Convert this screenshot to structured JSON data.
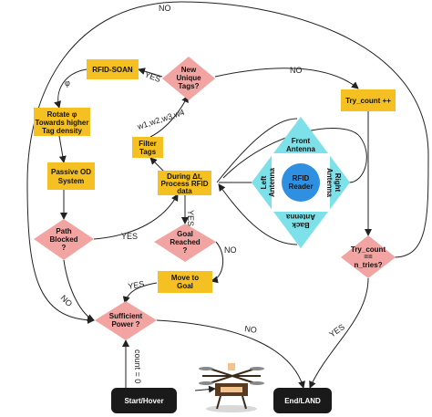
{
  "colors": {
    "process": "#f5c021",
    "decision": "#f1a4a1",
    "antenna": "#7ee0e8",
    "reader": "#2f8fe0",
    "terminal": "#1a1a1a",
    "edge": "#222222"
  },
  "nodes": {
    "rfid_soan": "RFID-SOAN",
    "new_tags": [
      "New",
      "Unique",
      "Tags?"
    ],
    "try_count_inc": "Try_count ++",
    "rotate": [
      "Rotate φ",
      "Towards higher",
      "Tag density"
    ],
    "filter_tags": [
      "Filter",
      "Tags"
    ],
    "process_rfid": [
      "During Δt,",
      "Process RFID",
      "data"
    ],
    "passive_od": [
      "Passive OD",
      "System"
    ],
    "path_blocked": [
      "Path",
      "Blocked",
      "?"
    ],
    "goal_reached": [
      "Goal",
      "Reached",
      "?"
    ],
    "move_to_goal": [
      "Move to",
      "Goal"
    ],
    "try_count_check": [
      "Try_count",
      "==",
      "n_tries?"
    ],
    "sufficient_power": [
      "Sufficient",
      "Power ?"
    ],
    "start": "Start/Hover",
    "end": "End/LAND"
  },
  "antenna": {
    "front": [
      "Front",
      "Antenna"
    ],
    "back": [
      "Back",
      "Antenna"
    ],
    "left": [
      "Left",
      "Antenna"
    ],
    "right": [
      "Right",
      "Antenna"
    ],
    "reader": [
      "RFID",
      "Reader"
    ]
  },
  "edge_labels": {
    "no_top": "NO",
    "yes_soan": "YES",
    "no_try": "NO",
    "phi": "φ",
    "weights": "w1,w2,w3,w4",
    "yes_path": "YES",
    "yes_goal_up": "YES",
    "no_goal": "NO",
    "yes_move": "YES",
    "no_path": "NO",
    "no_power": "NO",
    "yes_try": "YES",
    "count_zero": "count = 0"
  },
  "illustration": {
    "name": "drone-illustration"
  }
}
